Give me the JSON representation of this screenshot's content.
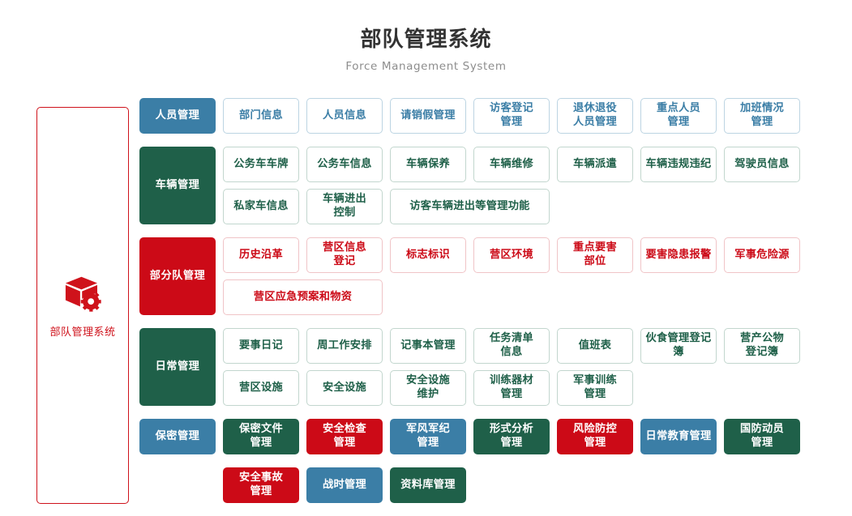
{
  "header": {
    "title": "部队管理系统",
    "subtitle": "Force Management System"
  },
  "brand": {
    "icon": "cube-gear-icon",
    "label": "部队管理系统",
    "accent_color": "#cf121b"
  },
  "palette": {
    "blue": "#3b7ea6",
    "green": "#1f6049",
    "red": "#cc0a17",
    "title_color": "#333333",
    "subtitle_color": "#8d8d8d"
  },
  "rows": [
    {
      "category": "人员管理",
      "color": "blue",
      "lines": 1,
      "items": [
        {
          "label": "部门信息",
          "style": "ghost-blue",
          "wide": false
        },
        {
          "label": "人员信息",
          "style": "ghost-blue",
          "wide": false
        },
        {
          "label": "请销假管理",
          "style": "ghost-blue",
          "wide": false
        },
        {
          "label": "访客登记\n管理",
          "style": "ghost-blue",
          "wide": false
        },
        {
          "label": "退休退役\n人员管理",
          "style": "ghost-blue",
          "wide": false
        },
        {
          "label": "重点人员\n管理",
          "style": "ghost-blue",
          "wide": false
        },
        {
          "label": "加班情况\n管理",
          "style": "ghost-blue",
          "wide": false
        }
      ]
    },
    {
      "category": "车辆管理",
      "color": "green",
      "lines": 2,
      "items": [
        {
          "label": "公务车车牌",
          "style": "ghost-green",
          "wide": false
        },
        {
          "label": "公务车信息",
          "style": "ghost-green",
          "wide": false
        },
        {
          "label": "车辆保养",
          "style": "ghost-green",
          "wide": false
        },
        {
          "label": "车辆维修",
          "style": "ghost-green",
          "wide": false
        },
        {
          "label": "车辆派遣",
          "style": "ghost-green",
          "wide": false
        },
        {
          "label": "车辆违规违纪",
          "style": "ghost-green",
          "wide": false
        },
        {
          "label": "驾驶员信息",
          "style": "ghost-green",
          "wide": false
        },
        {
          "label": "私家车信息",
          "style": "ghost-green",
          "wide": false
        },
        {
          "label": "车辆进出\n控制",
          "style": "ghost-green",
          "wide": false
        },
        {
          "label": "访客车辆进出等管理功能",
          "style": "ghost-green",
          "wide": true
        }
      ]
    },
    {
      "category": "部分队管理",
      "color": "red",
      "lines": 2,
      "items": [
        {
          "label": "历史沿革",
          "style": "ghost-red",
          "wide": false
        },
        {
          "label": "营区信息\n登记",
          "style": "ghost-red",
          "wide": false
        },
        {
          "label": "标志标识",
          "style": "ghost-red",
          "wide": false
        },
        {
          "label": "营区环境",
          "style": "ghost-red",
          "wide": false
        },
        {
          "label": "重点要害\n部位",
          "style": "ghost-red",
          "wide": false
        },
        {
          "label": "要害隐患报警",
          "style": "ghost-red",
          "wide": false
        },
        {
          "label": "军事危险源",
          "style": "ghost-red",
          "wide": false
        },
        {
          "label": "营区应急预案和物资",
          "style": "ghost-red",
          "wide": true
        }
      ]
    },
    {
      "category": "日常管理",
      "color": "green",
      "lines": 2,
      "items": [
        {
          "label": "要事日记",
          "style": "ghost-green",
          "wide": false
        },
        {
          "label": "周工作安排",
          "style": "ghost-green",
          "wide": false
        },
        {
          "label": "记事本管理",
          "style": "ghost-green",
          "wide": false
        },
        {
          "label": "任务清单\n信息",
          "style": "ghost-green",
          "wide": false
        },
        {
          "label": "值班表",
          "style": "ghost-green",
          "wide": false
        },
        {
          "label": "伙食管理登记簿",
          "style": "ghost-green",
          "wide": false
        },
        {
          "label": "营产公物\n登记簿",
          "style": "ghost-green",
          "wide": false
        },
        {
          "label": "营区设施",
          "style": "ghost-green",
          "wide": false
        },
        {
          "label": "安全设施",
          "style": "ghost-green",
          "wide": false
        },
        {
          "label": "安全设施\n维护",
          "style": "ghost-green",
          "wide": false
        },
        {
          "label": "训练器材\n管理",
          "style": "ghost-green",
          "wide": false
        },
        {
          "label": "军事训练\n管理",
          "style": "ghost-green",
          "wide": false
        }
      ]
    },
    {
      "category": "保密管理",
      "color": "blue",
      "lines": 1,
      "items": [
        {
          "label": "保密文件\n管理",
          "style": "fill-green",
          "wide": false
        },
        {
          "label": "安全检查\n管理",
          "style": "fill-red",
          "wide": false
        },
        {
          "label": "军风军纪\n管理",
          "style": "fill-blue",
          "wide": false
        },
        {
          "label": "形式分析\n管理",
          "style": "fill-green",
          "wide": false
        },
        {
          "label": "风险防控\n管理",
          "style": "fill-red",
          "wide": false
        },
        {
          "label": "日常教育管理",
          "style": "fill-blue",
          "wide": false
        },
        {
          "label": "国防动员\n管理",
          "style": "fill-green",
          "wide": false
        }
      ]
    },
    {
      "category": null,
      "color": null,
      "lines": 1,
      "items": [
        {
          "label": "安全事故\n管理",
          "style": "fill-red",
          "wide": false
        },
        {
          "label": "战时管理",
          "style": "fill-blue",
          "wide": false
        },
        {
          "label": "资料库管理",
          "style": "fill-green",
          "wide": false
        }
      ]
    }
  ]
}
